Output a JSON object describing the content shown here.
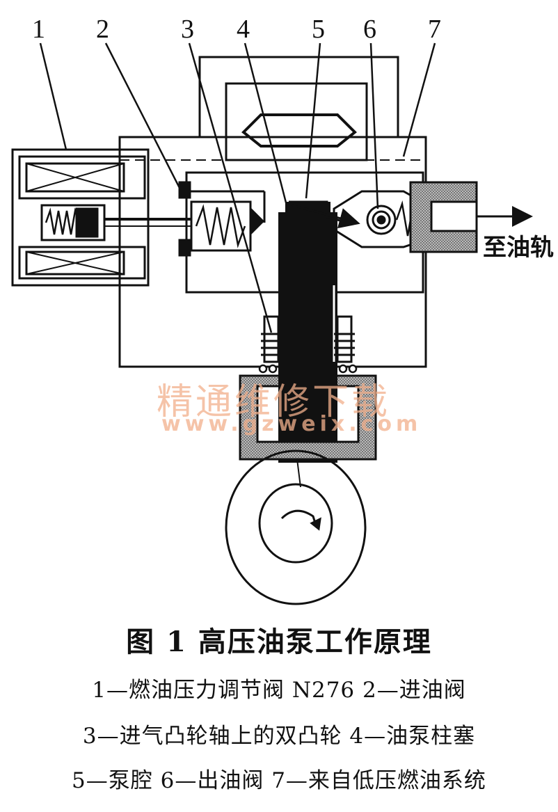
{
  "callouts": [
    "1",
    "2",
    "3",
    "4",
    "5",
    "6",
    "7"
  ],
  "outlet_label": "至油轨",
  "watermark": {
    "text": "精通维修下载",
    "url": "www.gzweix.com"
  },
  "caption": {
    "title": "图 1    高压油泵工作原理",
    "legend_lines": [
      "1—燃油压力调节阀 N276    2—进油阀",
      "3—进气凸轮轴上的双凸轮    4—油泵柱塞",
      "5—泵腔    6—出油阀    7—来自低压燃油系统"
    ]
  },
  "colors": {
    "ink": "#111111",
    "watermark": "#f2b08c",
    "hatch": "#888888"
  }
}
